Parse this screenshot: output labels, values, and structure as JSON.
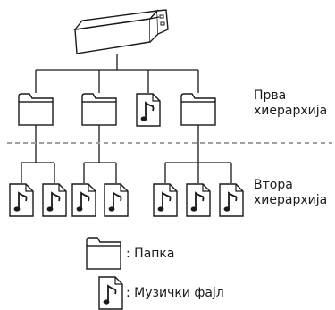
{
  "diagram": {
    "levels": [
      {
        "line1": "Прва",
        "line2": "хиерархија"
      },
      {
        "line1": "Втора",
        "line2": "хиерархија"
      }
    ],
    "legend": {
      "folder": ": Папка",
      "music": ": Музички фајл"
    },
    "icons": [
      "usb-drive-icon",
      "folder-icon",
      "music-file-icon"
    ],
    "colors": {
      "stroke": "#1a1a1a",
      "separator": "#a0a0a0",
      "fill": "#ffffff"
    }
  }
}
